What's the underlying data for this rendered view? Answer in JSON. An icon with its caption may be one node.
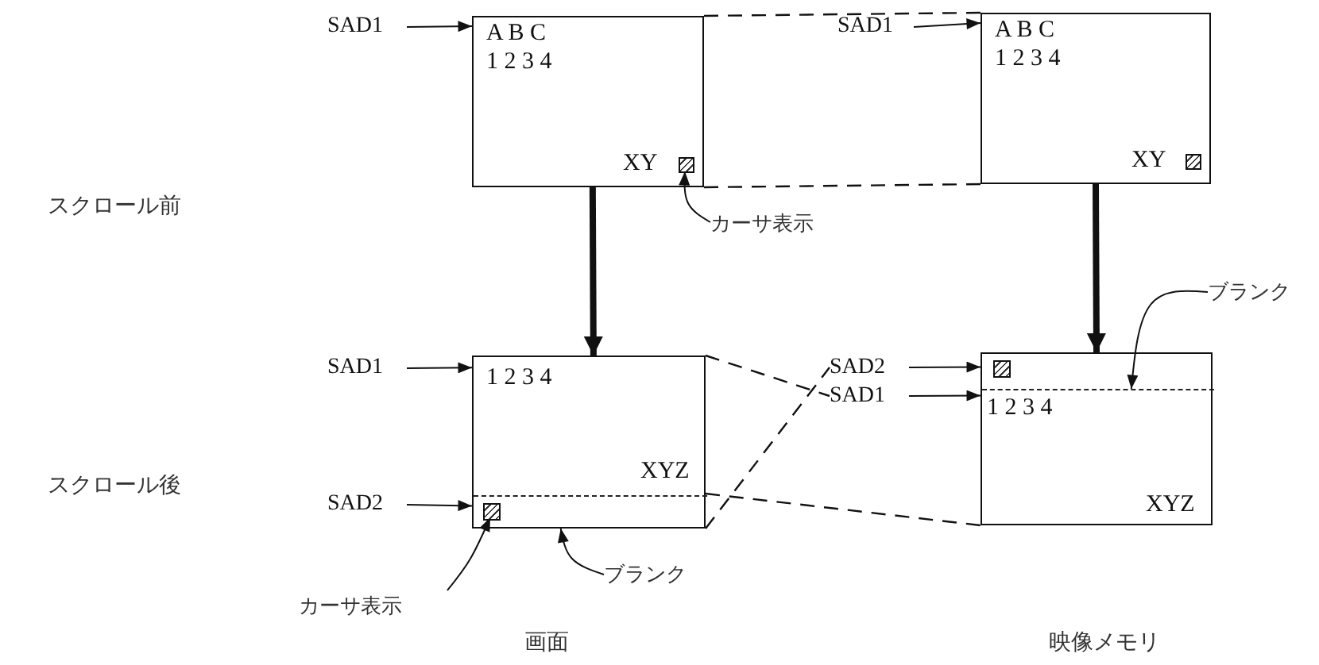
{
  "diagram": {
    "nodes": [
      {
        "text": [
          "SAD1"
        ]
      },
      {
        "text": [
          "A B C",
          "1 2 3 4",
          "XY"
        ]
      },
      {
        "text": [],
        "shape": "box",
        "in": 1
      },
      {
        "text": [
          "SAD1"
        ]
      },
      {
        "text": [
          "A B C",
          "1 2 3 4",
          "XY"
        ]
      },
      {
        "text": [],
        "shape": "box",
        "in": 4
      },
      {
        "text": [
          "カーサ表示"
        ]
      },
      {
        "text": [
          "ブランク"
        ]
      },
      {
        "text": [
          "SAD1"
        ]
      },
      {
        "text": [
          "1 2 3 4",
          "XYZ"
        ]
      },
      {
        "text": [],
        "shape": "bar",
        "in": 9
      },
      {
        "text": [],
        "shape": "box",
        "in": 10
      },
      {
        "text": [
          "SAD2"
        ]
      },
      {
        "text": [
          "SAD1"
        ]
      },
      {
        "text": [
          "1 2 3 4",
          "XYZ"
        ]
      },
      {
        "text": [],
        "shape": "bar",
        "in": 14
      },
      {
        "text": [],
        "shape": "box",
        "in": 15
      },
      {
        "text": [
          "SAD2"
        ]
      },
      {
        "text": [
          "カーサ表示"
        ]
      },
      {
        "text": [
          "ブランク"
        ]
      }
    ],
    "edges": [
      {
        "from": 0,
        "to": 1,
        "arrow": "to"
      },
      {
        "from": 3,
        "to": 4,
        "arrow": "to"
      },
      {
        "from": 1,
        "to": 4,
        "arrow": "none",
        "style": "dashed"
      },
      {
        "from": 1,
        "to": 4,
        "arrow": "none",
        "style": "dashed"
      },
      {
        "from": 1,
        "to": 9,
        "arrow": "to",
        "style": "thick"
      },
      {
        "from": 4,
        "to": 14,
        "arrow": "to",
        "style": "thick"
      },
      {
        "from": 6,
        "to": 2,
        "arrow": "to"
      },
      {
        "from": 7,
        "to": 15,
        "arrow": "to"
      },
      {
        "from": 8,
        "to": 9,
        "arrow": "to"
      },
      {
        "from": 17,
        "to": 10,
        "arrow": "to"
      },
      {
        "from": 9,
        "to": 13,
        "arrow": "none",
        "style": "dashed"
      },
      {
        "from": 10,
        "to": 12,
        "arrow": "none",
        "style": "dashed"
      },
      {
        "from": 10,
        "to": 14,
        "arrow": "none",
        "style": "dashed"
      },
      {
        "from": 12,
        "to": 15,
        "arrow": "to"
      },
      {
        "from": 13,
        "to": 14,
        "arrow": "to"
      },
      {
        "from": 18,
        "to": 11,
        "arrow": "to"
      },
      {
        "from": 19,
        "to": 10,
        "arrow": "to"
      }
    ],
    "labels": [
      "スクロール前",
      "スクロール後",
      "画面",
      "映像メモリ"
    ]
  }
}
